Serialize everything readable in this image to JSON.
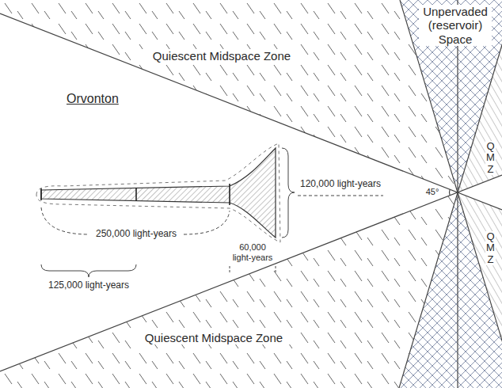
{
  "diagram": {
    "labels": [
      "Quiescent Midspace Zone",
      "Unpervaded (reservoir) Space",
      "Orvonton",
      "120,000 light-years",
      "45°",
      "QMZ",
      "250,000 light-years",
      "60,000 light-years",
      "QMZ",
      "125,000 light-years",
      "Quiescent Midspace Zone"
    ]
  }
}
